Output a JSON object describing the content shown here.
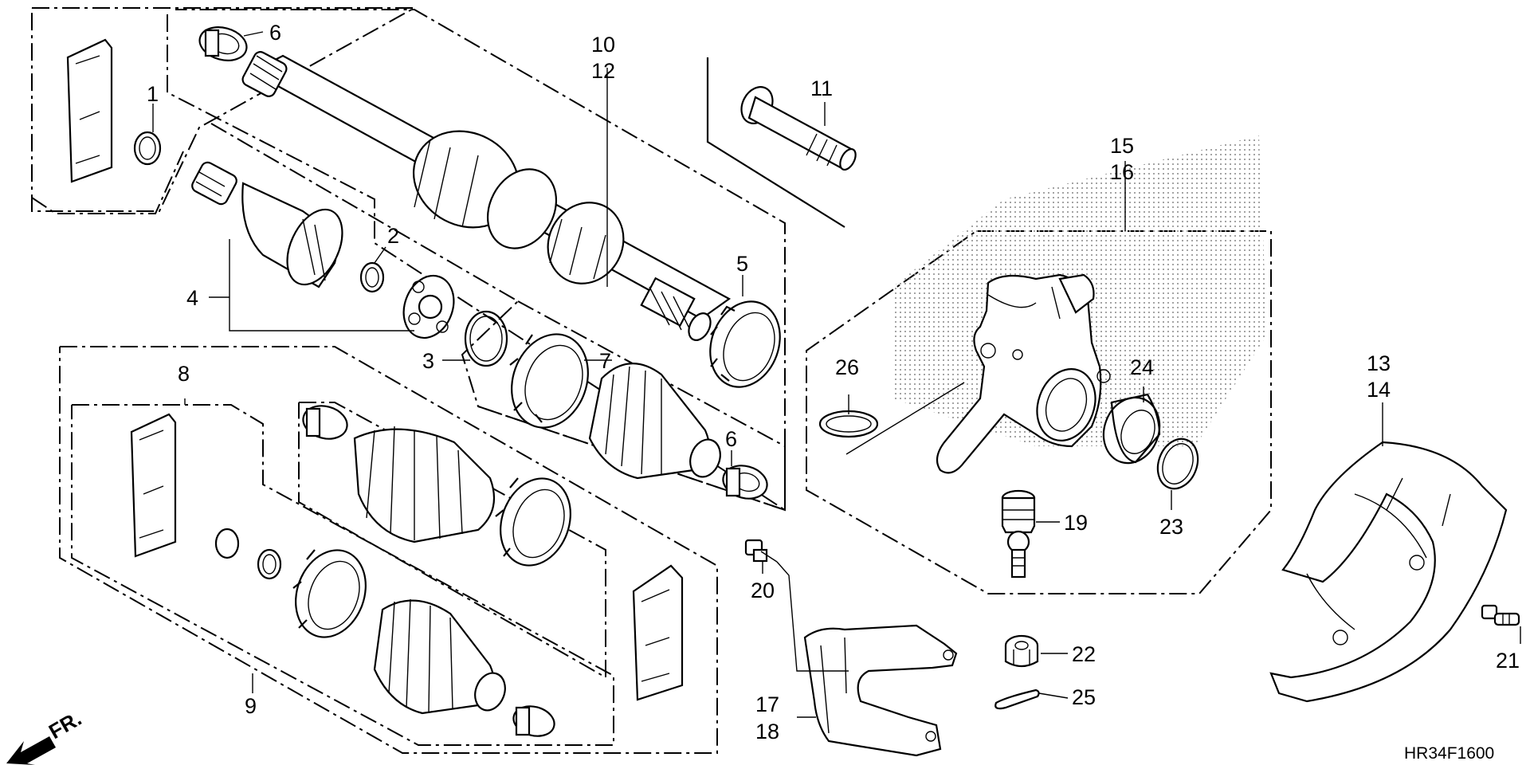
{
  "diagram": {
    "code": "HR34F1600",
    "front_mark": "FR.",
    "callouts": {
      "c1": "1",
      "c2": "2",
      "c3": "3",
      "c4": "4",
      "c5": "5",
      "c6a": "6",
      "c6b": "6",
      "c7": "7",
      "c8": "8",
      "c9": "9",
      "c10": "10",
      "c12": "12",
      "c11": "11",
      "c13": "13",
      "c14": "14",
      "c15": "15",
      "c16": "16",
      "c17": "17",
      "c18": "18",
      "c19": "19",
      "c20": "20",
      "c21": "21",
      "c22": "22",
      "c23": "23",
      "c24": "24",
      "c25": "25",
      "c26": "26"
    }
  },
  "colors": {
    "ink": "#000000",
    "paper": "#ffffff",
    "screen": "#bdbdbd"
  }
}
